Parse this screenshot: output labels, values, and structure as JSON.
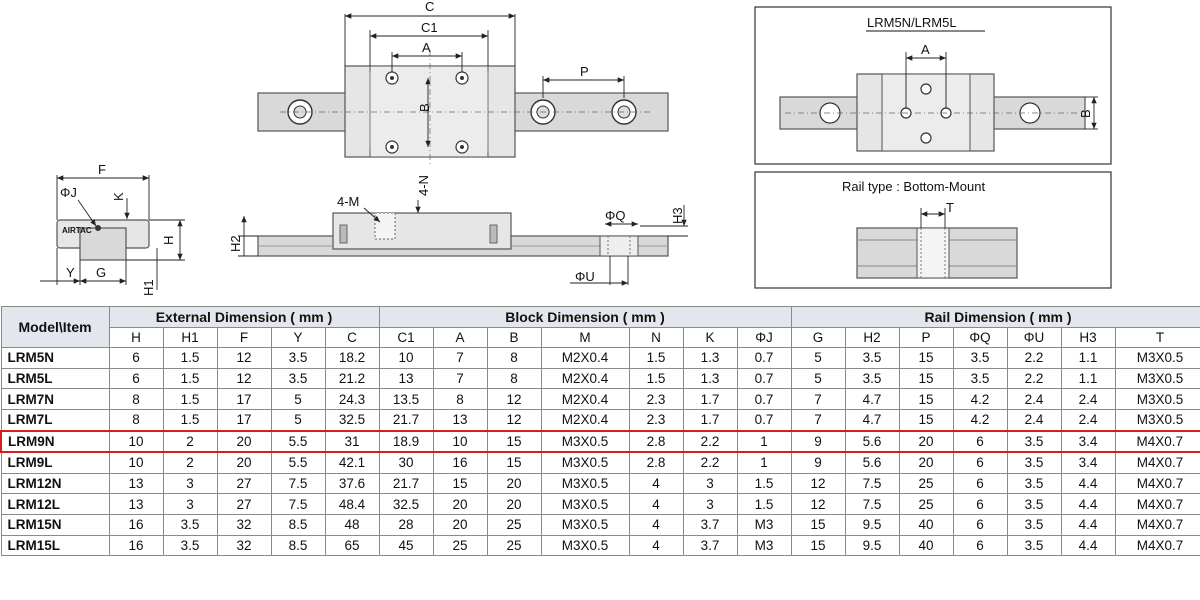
{
  "drawings": {
    "top_view_labels": [
      "C",
      "C1",
      "A",
      "B",
      "P"
    ],
    "end_view_labels": [
      "F",
      "ΦJ",
      "K",
      "H",
      "Y",
      "G",
      "H1"
    ],
    "logo_text": "AIRTAC",
    "side_view_labels": [
      "4-M",
      "4-N",
      "ΦQ",
      "H3",
      "H2",
      "ΦU"
    ],
    "lrm5_title": "LRM5N/LRM5L",
    "lrm5_labels": [
      "A",
      "B"
    ],
    "bottom_title": "Rail type : Bottom-Mount",
    "bottom_labels": [
      "T"
    ]
  },
  "table": {
    "model_header": "Model\\Item",
    "groups": [
      {
        "label": "External Dimension ( mm )",
        "span": 5
      },
      {
        "label": "Block Dimension ( mm )",
        "span": 7
      },
      {
        "label": "Rail Dimension ( mm )",
        "span": 7
      }
    ],
    "columns": [
      "H",
      "H1",
      "F",
      "Y",
      "C",
      "C1",
      "A",
      "B",
      "M",
      "N",
      "K",
      "ΦJ",
      "G",
      "H2",
      "P",
      "ΦQ",
      "ΦU",
      "H3",
      "T"
    ],
    "highlight_model": "LRM9N",
    "rows": [
      {
        "model": "LRM5N",
        "values": [
          "6",
          "1.5",
          "12",
          "3.5",
          "18.2",
          "10",
          "7",
          "8",
          "M2X0.4",
          "1.5",
          "1.3",
          "0.7",
          "5",
          "3.5",
          "15",
          "3.5",
          "2.2",
          "1.1",
          "M3X0.5"
        ]
      },
      {
        "model": "LRM5L",
        "values": [
          "6",
          "1.5",
          "12",
          "3.5",
          "21.2",
          "13",
          "7",
          "8",
          "M2X0.4",
          "1.5",
          "1.3",
          "0.7",
          "5",
          "3.5",
          "15",
          "3.5",
          "2.2",
          "1.1",
          "M3X0.5"
        ]
      },
      {
        "model": "LRM7N",
        "values": [
          "8",
          "1.5",
          "17",
          "5",
          "24.3",
          "13.5",
          "8",
          "12",
          "M2X0.4",
          "2.3",
          "1.7",
          "0.7",
          "7",
          "4.7",
          "15",
          "4.2",
          "2.4",
          "2.4",
          "M3X0.5"
        ]
      },
      {
        "model": "LRM7L",
        "values": [
          "8",
          "1.5",
          "17",
          "5",
          "32.5",
          "21.7",
          "13",
          "12",
          "M2X0.4",
          "2.3",
          "1.7",
          "0.7",
          "7",
          "4.7",
          "15",
          "4.2",
          "2.4",
          "2.4",
          "M3X0.5"
        ]
      },
      {
        "model": "LRM9N",
        "values": [
          "10",
          "2",
          "20",
          "5.5",
          "31",
          "18.9",
          "10",
          "15",
          "M3X0.5",
          "2.8",
          "2.2",
          "1",
          "9",
          "5.6",
          "20",
          "6",
          "3.5",
          "3.4",
          "M4X0.7"
        ]
      },
      {
        "model": "LRM9L",
        "values": [
          "10",
          "2",
          "20",
          "5.5",
          "42.1",
          "30",
          "16",
          "15",
          "M3X0.5",
          "2.8",
          "2.2",
          "1",
          "9",
          "5.6",
          "20",
          "6",
          "3.5",
          "3.4",
          "M4X0.7"
        ]
      },
      {
        "model": "LRM12N",
        "values": [
          "13",
          "3",
          "27",
          "7.5",
          "37.6",
          "21.7",
          "15",
          "20",
          "M3X0.5",
          "4",
          "3",
          "1.5",
          "12",
          "7.5",
          "25",
          "6",
          "3.5",
          "4.4",
          "M4X0.7"
        ]
      },
      {
        "model": "LRM12L",
        "values": [
          "13",
          "3",
          "27",
          "7.5",
          "48.4",
          "32.5",
          "20",
          "20",
          "M3X0.5",
          "4",
          "3",
          "1.5",
          "12",
          "7.5",
          "25",
          "6",
          "3.5",
          "4.4",
          "M4X0.7"
        ]
      },
      {
        "model": "LRM15N",
        "values": [
          "16",
          "3.5",
          "32",
          "8.5",
          "48",
          "28",
          "20",
          "25",
          "M3X0.5",
          "4",
          "3.7",
          "M3",
          "15",
          "9.5",
          "40",
          "6",
          "3.5",
          "4.4",
          "M4X0.7"
        ]
      },
      {
        "model": "LRM15L",
        "values": [
          "16",
          "3.5",
          "32",
          "8.5",
          "65",
          "45",
          "25",
          "25",
          "M3X0.5",
          "4",
          "3.7",
          "M3",
          "15",
          "9.5",
          "40",
          "6",
          "3.5",
          "4.4",
          "M4X0.7"
        ]
      }
    ]
  },
  "colors": {
    "highlight": "#d62020",
    "header_bg": "#e3e6ec"
  }
}
